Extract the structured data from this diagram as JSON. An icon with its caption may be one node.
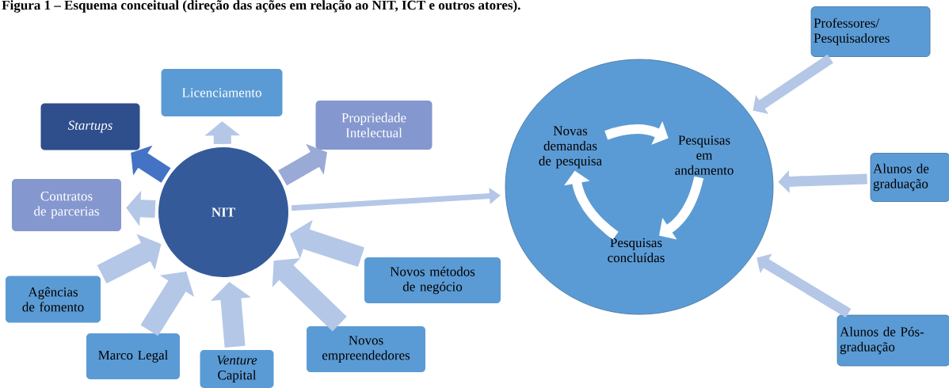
{
  "diagram": {
    "title": "Figura 1 – Esquema conceitual (direção das ações em relação ao NIT, ICT e outros atores).",
    "nodes": [
      {
        "text": [
          "NIT"
        ]
      },
      {
        "text": [
          "Licenciamento"
        ]
      },
      {
        "text": [
          "Startups"
        ]
      },
      {
        "text": [
          "Propriedade Intelectual"
        ]
      },
      {
        "text": [
          "Contratos de parcerias"
        ]
      },
      {
        "text": [
          "Agências de fomento"
        ]
      },
      {
        "text": [
          "Marco Legal"
        ]
      },
      {
        "text": [
          "*Venture* Capital"
        ]
      },
      {
        "text": [
          "Novos empreendedores"
        ]
      },
      {
        "text": [
          "Novos métodos de negócio"
        ]
      },
      {
        "text": [],
        "shape": "circle"
      },
      {
        "text": [
          "Novas demandas de pesquisa"
        ],
        "in": 10
      },
      {
        "text": [
          "Pesquisas em andamento"
        ],
        "in": 10
      },
      {
        "text": [
          "Pesquisas concluídas"
        ],
        "in": 10
      },
      {
        "text": [
          "Professores/ Pesquisadores"
        ]
      },
      {
        "text": [
          "Alunos de graduação"
        ]
      },
      {
        "text": [
          "Alunos de Pós-graduação"
        ]
      }
    ],
    "edges": [
      {
        "from": 0,
        "to": 1,
        "arrow": "to"
      },
      {
        "from": 0,
        "to": 2,
        "arrow": "to",
        "color": "#4472c4"
      },
      {
        "from": 0,
        "to": 3,
        "arrow": "to",
        "color": "#9aaad6"
      },
      {
        "from": 0,
        "to": 4,
        "arrow": "to"
      },
      {
        "from": 5,
        "to": 0,
        "arrow": "to"
      },
      {
        "from": 6,
        "to": 0,
        "arrow": "to"
      },
      {
        "from": 7,
        "to": 0,
        "arrow": "to"
      },
      {
        "from": 8,
        "to": 0,
        "arrow": "to"
      },
      {
        "from": 9,
        "to": 0,
        "arrow": "to"
      },
      {
        "from": 0,
        "to": 10,
        "arrow": "to"
      },
      {
        "from": 11,
        "to": 12,
        "arrow": "to",
        "color": "#ffffff"
      },
      {
        "from": 12,
        "to": 13,
        "arrow": "to",
        "color": "#ffffff"
      },
      {
        "from": 13,
        "to": 11,
        "arrow": "to",
        "color": "#ffffff"
      },
      {
        "from": 14,
        "to": 10,
        "arrow": "to"
      },
      {
        "from": 15,
        "to": 10,
        "arrow": "to"
      },
      {
        "from": 16,
        "to": 10,
        "arrow": "to"
      }
    ]
  }
}
